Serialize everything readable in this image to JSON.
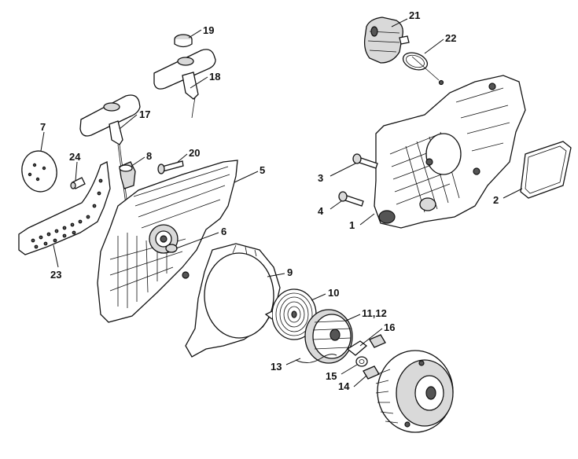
{
  "callouts": {
    "c1": "1",
    "c2": "2",
    "c3": "3",
    "c4": "4",
    "c5": "5",
    "c6": "6",
    "c7": "7",
    "c8": "8",
    "c9": "9",
    "c10": "10",
    "c11": "11,12",
    "c13": "13",
    "c14": "14",
    "c15": "15",
    "c16": "16",
    "c17": "17",
    "c18": "18",
    "c19": "19",
    "c20": "20",
    "c21": "21",
    "c22": "22",
    "c23": "23",
    "c24": "24"
  }
}
